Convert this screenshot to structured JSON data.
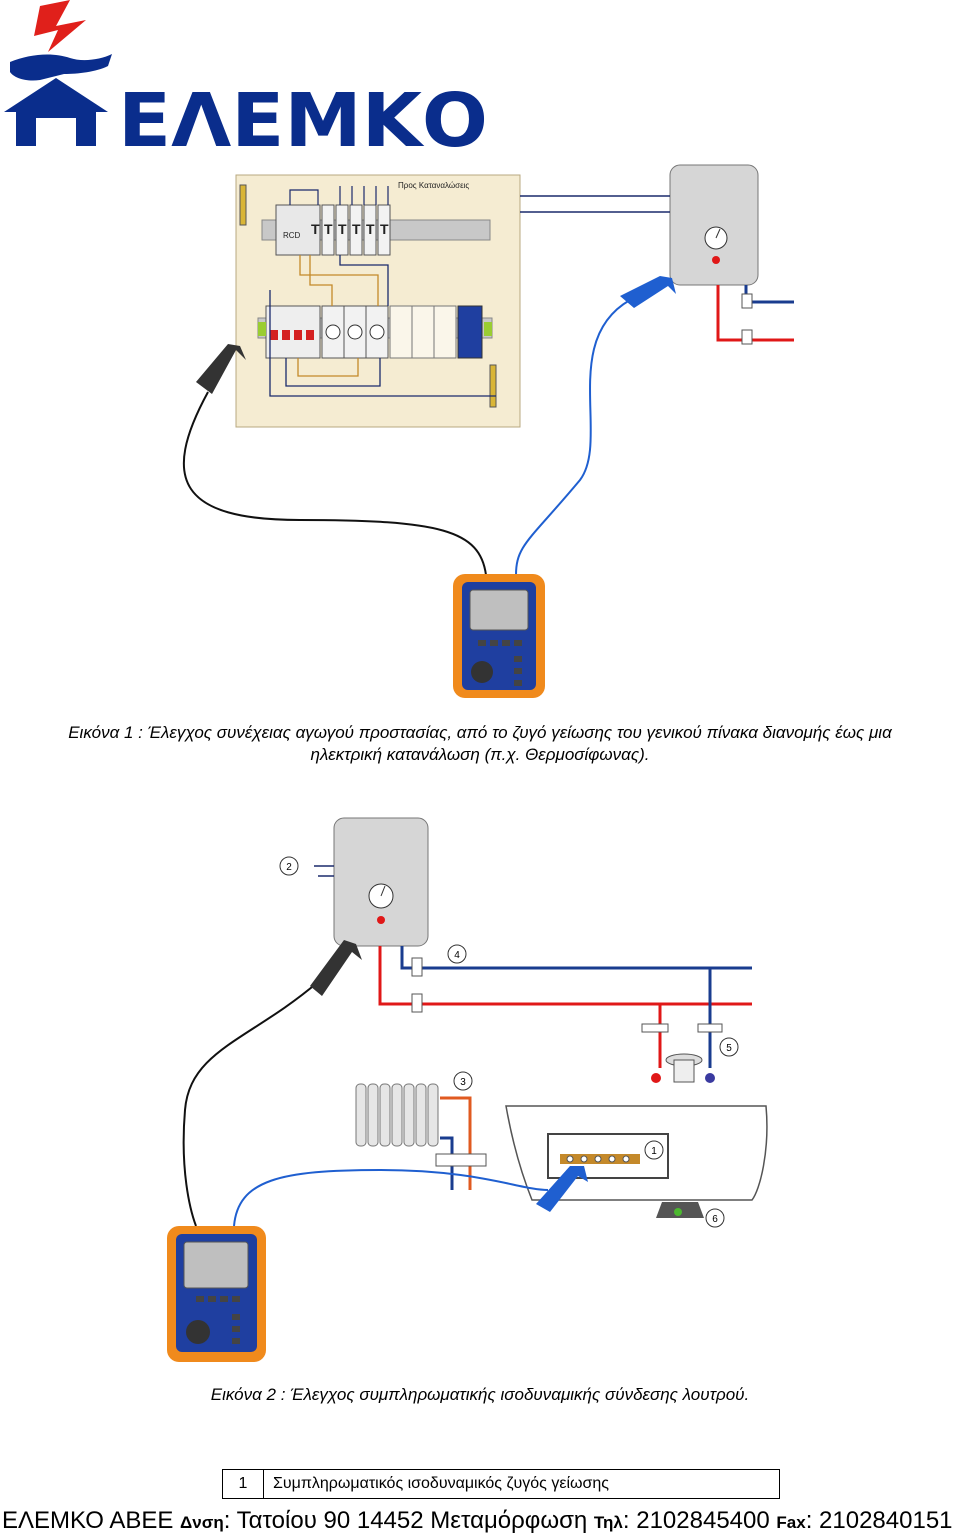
{
  "logo": {
    "brand": "ΕΛΕΜΚΟ"
  },
  "figure1": {
    "panel_label": "Προς Καταναλώσεις",
    "rcd_label": "RCD",
    "caption_line1": "Εικόνα  1 : Έλεγχος συνέχειας αγωγού προστασίας, από το ζυγό γείωσης του γενικού πίνακα διανομής έως μια",
    "caption_line2": "ηλεκτρική κατανάλωση (π.χ. Θερμοσίφωνας)."
  },
  "figure2": {
    "markers": [
      "1",
      "2",
      "3",
      "4",
      "5",
      "6"
    ],
    "caption": "Εικόνα 2 : Έλεγχος συμπληρωματικής ισοδυναμικής σύνδεσης λουτρού."
  },
  "legend": [
    {
      "num": "1",
      "text": "Συμπληρωματικός ισοδυναμικός ζυγός γείωσης"
    }
  ],
  "footer": {
    "company": "ΕΛΕΜΚΟ ΑΒΕΕ",
    "address_label": "Δνση",
    "address": "Τατοίου 90 14452 Μεταμόρφωση",
    "phone_label": "Τηλ",
    "phone": "2102845400",
    "fax_label": "Fax",
    "fax": "2102840151"
  },
  "colors": {
    "logo_blue": "#0a2d8c",
    "logo_red": "#e0201b",
    "meter_orange": "#f08a1c",
    "meter_blue": "#1f3fa0",
    "cable_blue": "#1f5fd0",
    "pipe_red": "#e01818",
    "pipe_blue": "#1a3c8f"
  }
}
